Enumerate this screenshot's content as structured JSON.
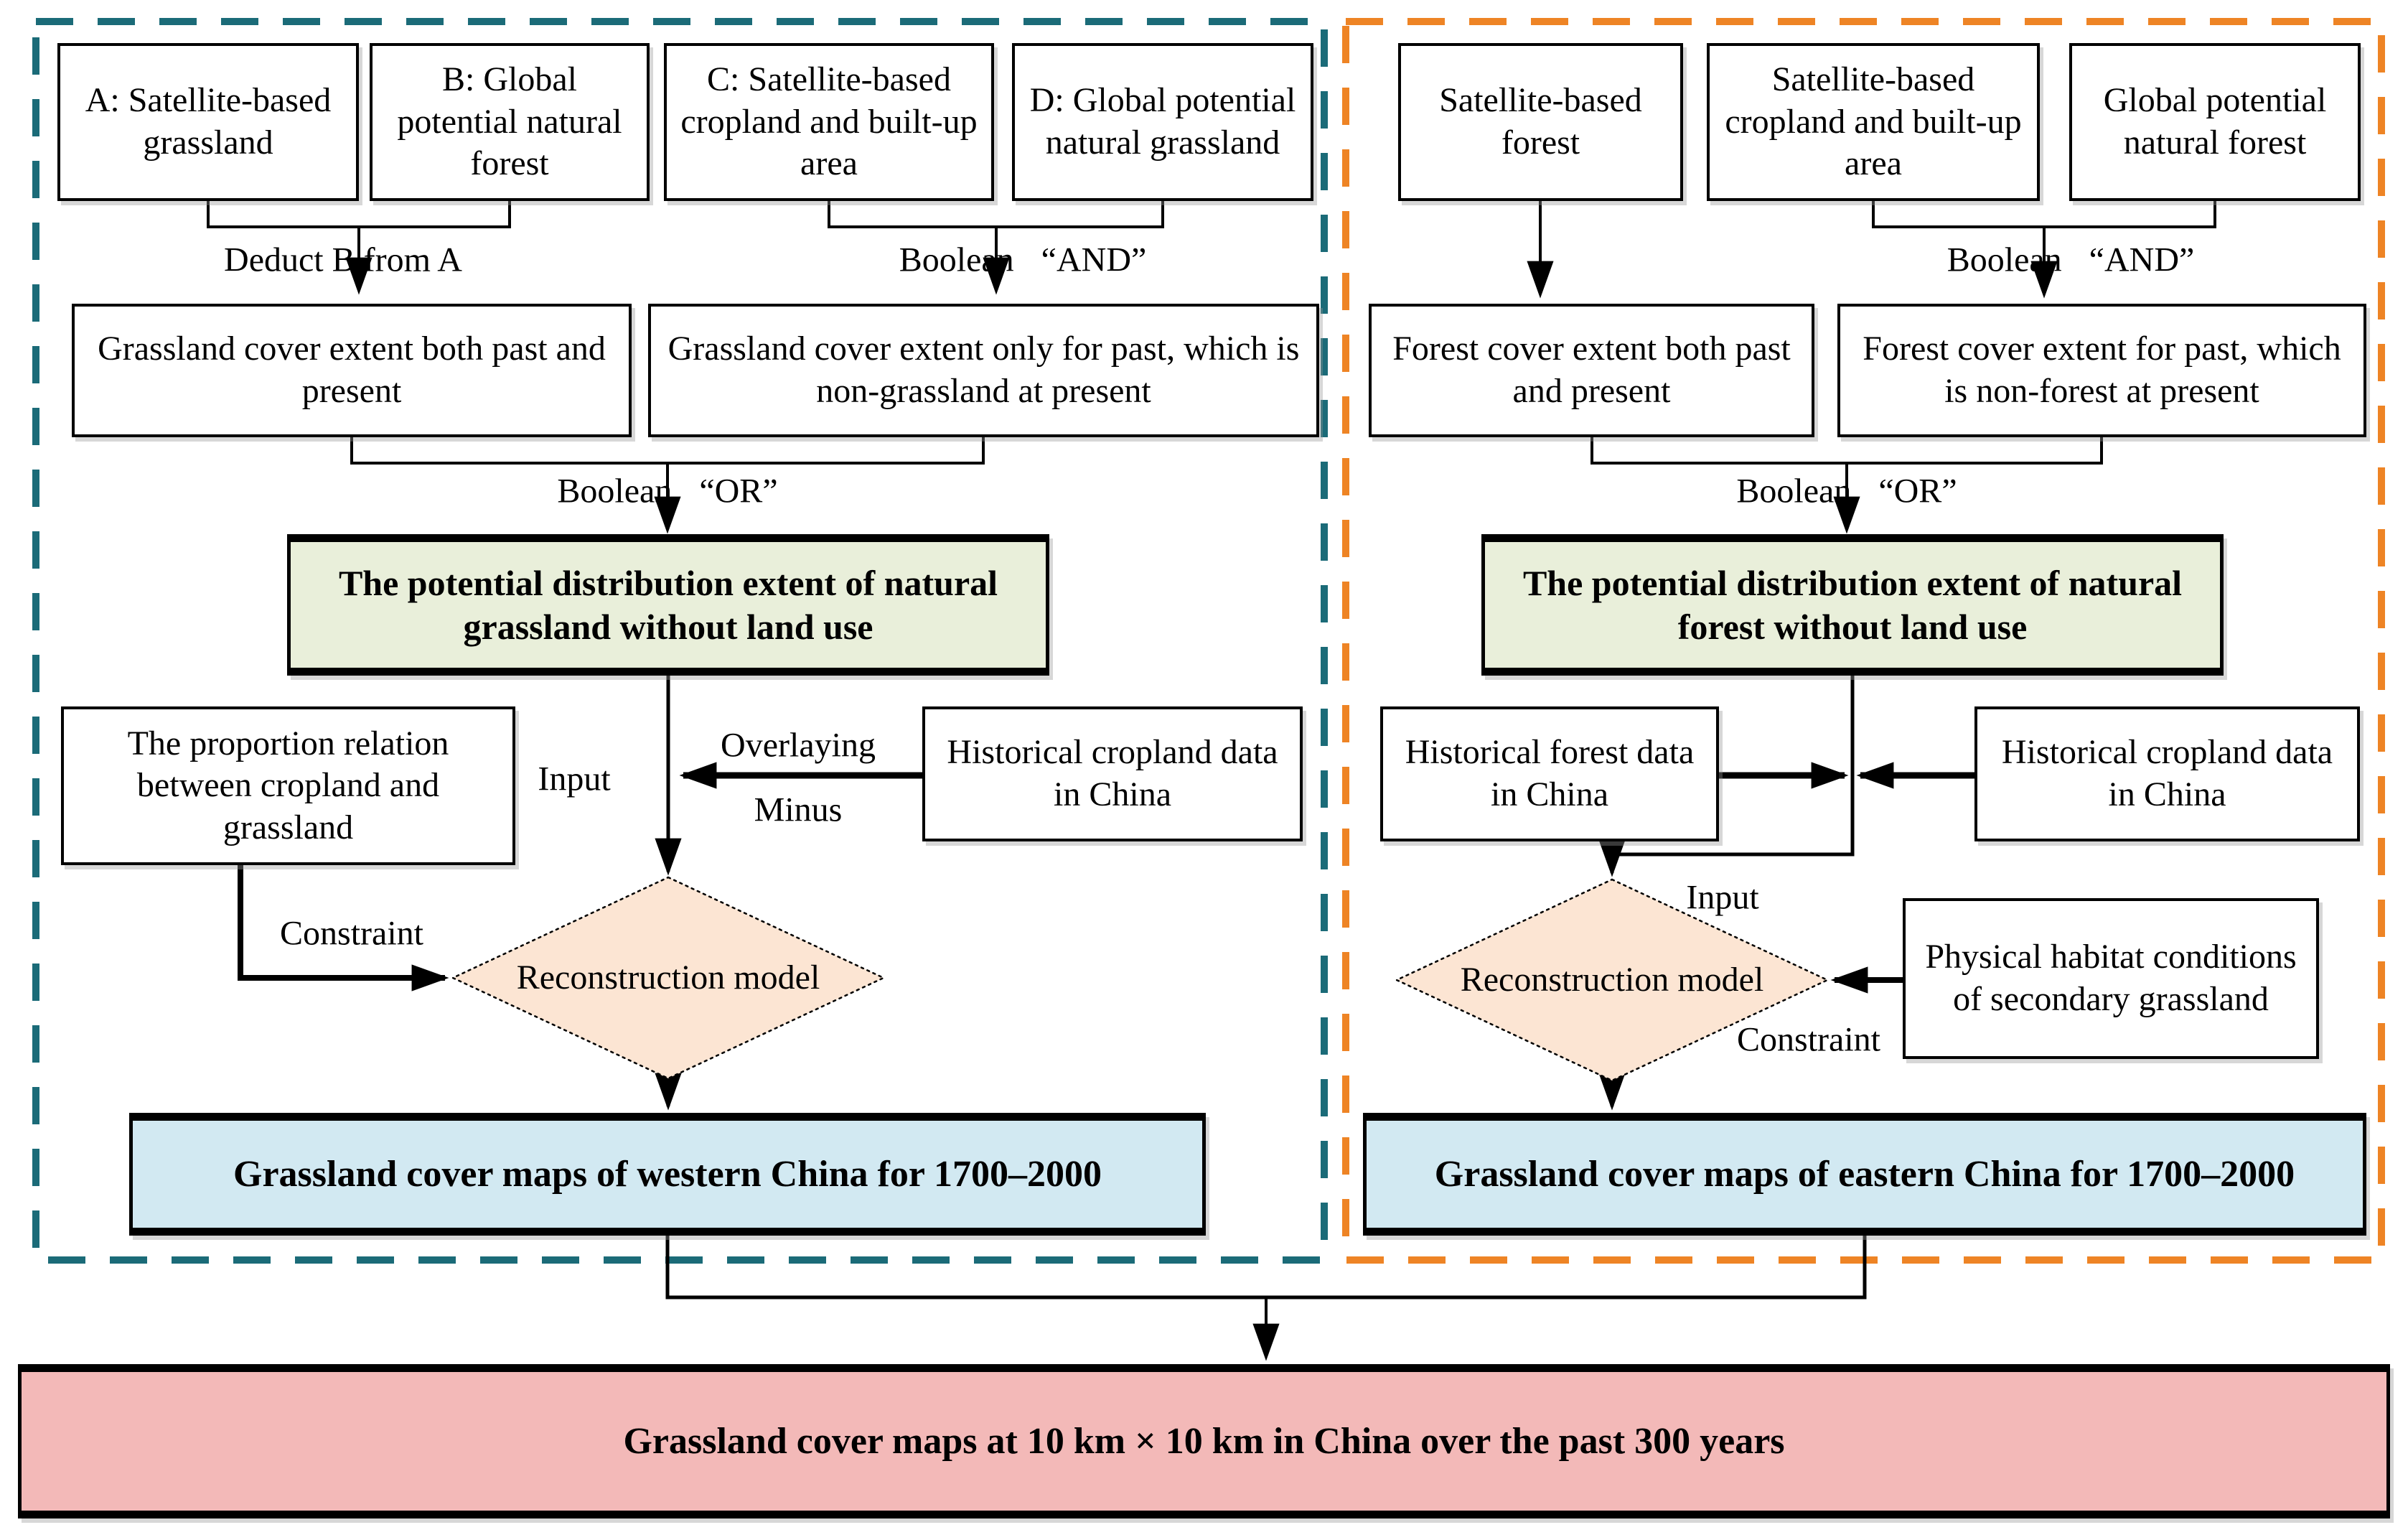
{
  "colors": {
    "west_panel_border": "#1b6b78",
    "east_panel_border": "#ee8425",
    "potential_green": "#e9efda",
    "result_blue": "#d2e9f2",
    "diamond_peach": "#fce5d3",
    "final_pink": "#f3b9b8",
    "connector_black": "#000000"
  },
  "west_panel": {
    "sources": [
      "A: Satellite-based grassland",
      "B: Global potential natural forest",
      "C: Satellite-based cropland and built-up area",
      "D: Global potential natural grassland"
    ],
    "op_deduct": "Deduct B from A",
    "op_and": "Boolean “AND”",
    "extent_boxes": [
      "Grassland cover extent both past and present",
      "Grassland cover extent only for past, which is non-grassland at present"
    ],
    "op_or": "Boolean “OR”",
    "potential_extent": "The potential distribution extent of natural grassland without land use",
    "proportion_box": "The proportion relation between cropland and grassland",
    "historical_cropland_box": "Historical cropland data in China",
    "label_input": "Input",
    "label_overlaying": "Overlaying",
    "label_minus": "Minus",
    "label_constraint": "Constraint",
    "model_diamond": "Reconstruction model",
    "result_box": "Grassland cover maps of western China for 1700–2000"
  },
  "east_panel": {
    "sources": [
      "Satellite-based forest",
      "Satellite-based cropland and built-up area",
      "Global potential natural forest"
    ],
    "op_and": "Boolean “AND”",
    "extent_boxes": [
      "Forest cover extent both past and present",
      "Forest cover extent for past, which is non-forest at present"
    ],
    "op_or": "Boolean “OR”",
    "potential_extent": "The potential distribution extent of natural forest without land use",
    "historical_forest_box": "Historical forest data in China",
    "historical_cropland_box": "Historical cropland data in China",
    "physical_box": "Physical habitat conditions of secondary grassland",
    "label_input": "Input",
    "label_constraint": "Constraint",
    "model_diamond": "Reconstruction model",
    "result_box": "Grassland cover maps of eastern China for 1700–2000"
  },
  "final_box": "Grassland cover maps at 10 km × 10 km in China over the past 300 years"
}
